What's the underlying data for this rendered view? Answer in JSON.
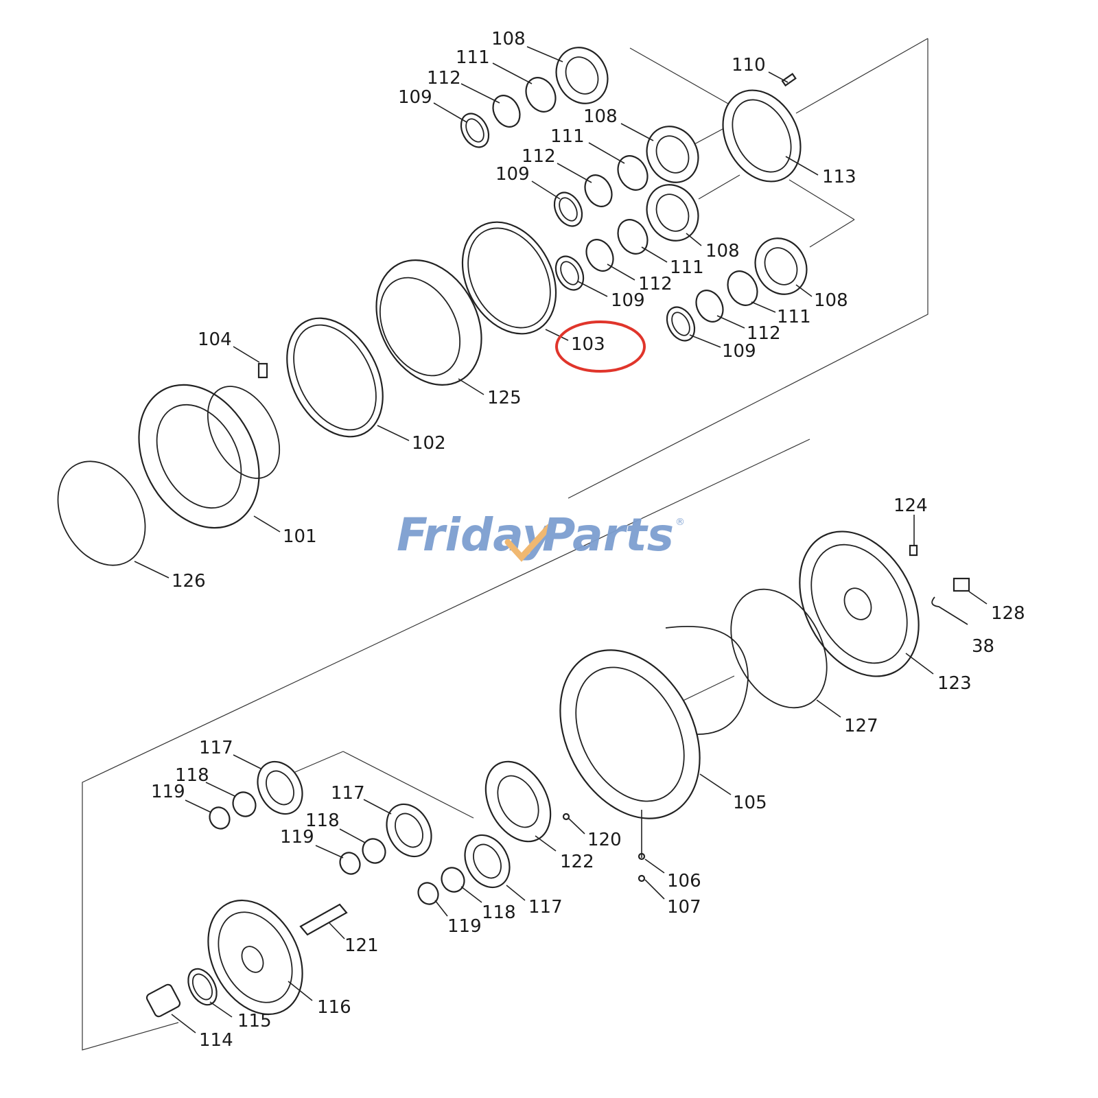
{
  "watermark": {
    "text_left": "Friday",
    "text_right": "Parts",
    "registered_mark": "®",
    "color": "#7d9fd0",
    "accent_color": "#f0b56a"
  },
  "highlight": {
    "label": "103",
    "color": "#e0352b"
  },
  "labels": [
    {
      "id": "l108a",
      "text": "108"
    },
    {
      "id": "l111a",
      "text": "111"
    },
    {
      "id": "l112a",
      "text": "112"
    },
    {
      "id": "l109a",
      "text": "109"
    },
    {
      "id": "l110",
      "text": "110"
    },
    {
      "id": "l108b",
      "text": "108"
    },
    {
      "id": "l111b",
      "text": "111"
    },
    {
      "id": "l112b",
      "text": "112"
    },
    {
      "id": "l109b",
      "text": "109"
    },
    {
      "id": "l113",
      "text": "113"
    },
    {
      "id": "l108c",
      "text": "108"
    },
    {
      "id": "l111c",
      "text": "111"
    },
    {
      "id": "l112c",
      "text": "112"
    },
    {
      "id": "l109c",
      "text": "109"
    },
    {
      "id": "l108d",
      "text": "108"
    },
    {
      "id": "l111d",
      "text": "111"
    },
    {
      "id": "l112d",
      "text": "112"
    },
    {
      "id": "l109d",
      "text": "109"
    },
    {
      "id": "l103",
      "text": "103"
    },
    {
      "id": "l104",
      "text": "104"
    },
    {
      "id": "l125",
      "text": "125"
    },
    {
      "id": "l102",
      "text": "102"
    },
    {
      "id": "l101",
      "text": "101"
    },
    {
      "id": "l126",
      "text": "126"
    },
    {
      "id": "l124",
      "text": "124"
    },
    {
      "id": "l128",
      "text": "128"
    },
    {
      "id": "l38",
      "text": "38"
    },
    {
      "id": "l123",
      "text": "123"
    },
    {
      "id": "l127",
      "text": "127"
    },
    {
      "id": "l105",
      "text": "105"
    },
    {
      "id": "l117a",
      "text": "117"
    },
    {
      "id": "l118a",
      "text": "118"
    },
    {
      "id": "l119a",
      "text": "119"
    },
    {
      "id": "l117b",
      "text": "117"
    },
    {
      "id": "l118b",
      "text": "118"
    },
    {
      "id": "l119b",
      "text": "119"
    },
    {
      "id": "l120",
      "text": "120"
    },
    {
      "id": "l122",
      "text": "122"
    },
    {
      "id": "l106",
      "text": "106"
    },
    {
      "id": "l107",
      "text": "107"
    },
    {
      "id": "l117c",
      "text": "117"
    },
    {
      "id": "l118c",
      "text": "118"
    },
    {
      "id": "l119c",
      "text": "119"
    },
    {
      "id": "l121",
      "text": "121"
    },
    {
      "id": "l116",
      "text": "116"
    },
    {
      "id": "l115",
      "text": "115"
    },
    {
      "id": "l114",
      "text": "114"
    }
  ]
}
